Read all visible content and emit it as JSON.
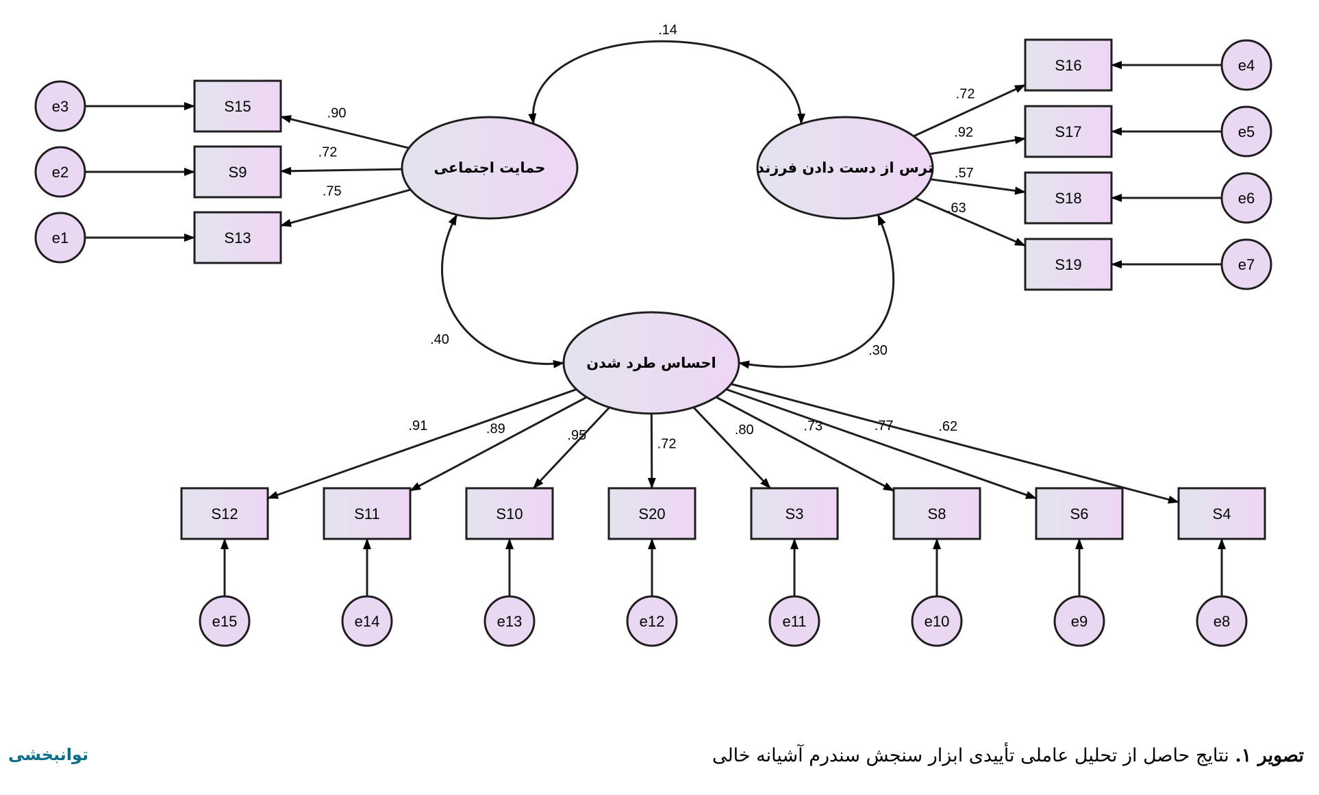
{
  "colors": {
    "fill": "#ead8f2",
    "stroke": "#1e1e1e",
    "logo": "#0a6e8a"
  },
  "latents": [
    {
      "id": "L1",
      "label": "حمایت اجتماعی"
    },
    {
      "id": "L2",
      "label": "ترس از دست دادن فرزند"
    },
    {
      "id": "L3",
      "label": "احساس طرد شدن"
    }
  ],
  "observed": [
    {
      "id": "S15",
      "label": "S15",
      "error": "e3",
      "factor": "L1",
      "loading": ".90"
    },
    {
      "id": "S9",
      "label": "S9",
      "error": "e2",
      "factor": "L1",
      "loading": ".72"
    },
    {
      "id": "S13",
      "label": "S13",
      "error": "e1",
      "factor": "L1",
      "loading": ".75"
    },
    {
      "id": "S16",
      "label": "S16",
      "error": "e4",
      "factor": "L2",
      "loading": ".72"
    },
    {
      "id": "S17",
      "label": "S17",
      "error": "e5",
      "factor": "L2",
      "loading": ".92"
    },
    {
      "id": "S18",
      "label": "S18",
      "error": "e6",
      "factor": "L2",
      "loading": ".57"
    },
    {
      "id": "S19",
      "label": "S19",
      "error": "e7",
      "factor": "L2",
      "loading": ".63"
    },
    {
      "id": "S12",
      "label": "S12",
      "error": "e15",
      "factor": "L3",
      "loading": ".91"
    },
    {
      "id": "S11",
      "label": "S11",
      "error": "e14",
      "factor": "L3",
      "loading": ".89"
    },
    {
      "id": "S10",
      "label": "S10",
      "error": "e13",
      "factor": "L3",
      "loading": ".95"
    },
    {
      "id": "S20",
      "label": "S20",
      "error": "e12",
      "factor": "L3",
      "loading": ".72"
    },
    {
      "id": "S3",
      "label": "S3",
      "error": "e11",
      "factor": "L3",
      "loading": ".80"
    },
    {
      "id": "S8",
      "label": "S8",
      "error": "e10",
      "factor": "L3",
      "loading": ".73"
    },
    {
      "id": "S6",
      "label": "S6",
      "error": "e9",
      "factor": "L3",
      "loading": ".77"
    },
    {
      "id": "S4",
      "label": "S4",
      "error": "e8",
      "factor": "L3",
      "loading": ".62"
    }
  ],
  "correlations": [
    {
      "from": "L1",
      "to": "L2",
      "value": ".14"
    },
    {
      "from": "L1",
      "to": "L3",
      "value": ".40"
    },
    {
      "from": "L2",
      "to": "L3",
      "value": ".30"
    }
  ],
  "caption": {
    "bold": "تصویر ۱.",
    "text": " نتایج حاصل از تحلیل عاملی تأییدی ابزار سنجش سندرم آشیانه خالی"
  },
  "logo": "توانبخشی"
}
